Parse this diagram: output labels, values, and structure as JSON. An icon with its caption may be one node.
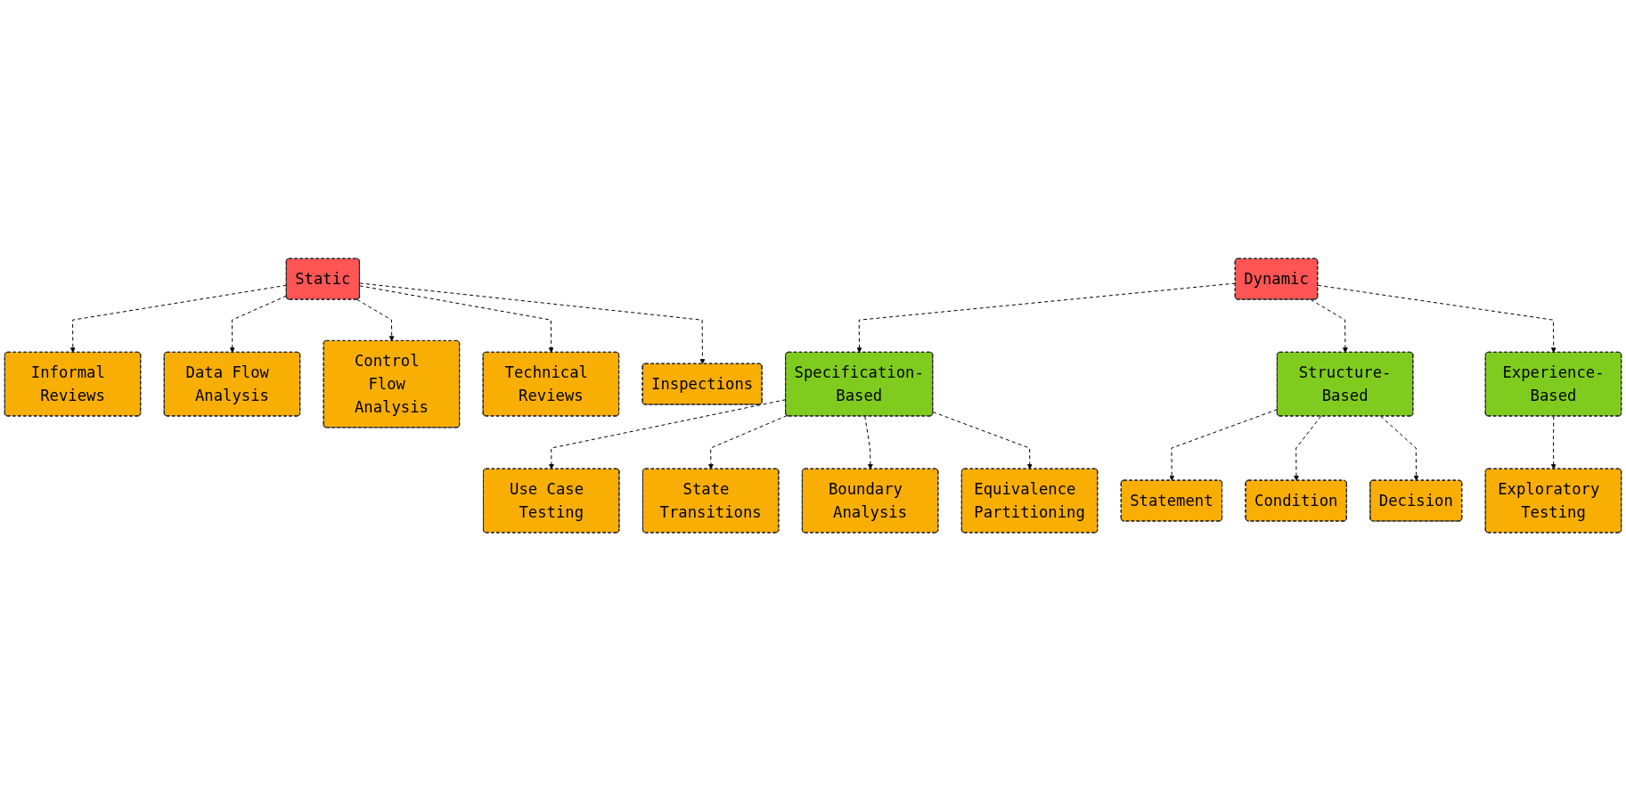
{
  "diagram": {
    "nodes": [
      {
        "text": [
          "Static"
        ]
      },
      {
        "text": [
          "Informal Reviews"
        ]
      },
      {
        "text": [
          "Data Flow Analysis"
        ]
      },
      {
        "text": [
          "Control Flow Analysis"
        ]
      },
      {
        "text": [
          "Technical Reviews"
        ]
      },
      {
        "text": [
          "Inspections"
        ]
      },
      {
        "text": [
          "Dynamic"
        ]
      },
      {
        "text": [
          "Specification-Based"
        ]
      },
      {
        "text": [
          "Use Case Testing"
        ]
      },
      {
        "text": [
          "State Transitions"
        ]
      },
      {
        "text": [
          "Boundary Analysis"
        ]
      },
      {
        "text": [
          "Equivalence Partitioning"
        ]
      },
      {
        "text": [
          "Structure-Based"
        ]
      },
      {
        "text": [
          "Experience-Based"
        ]
      },
      {
        "text": [
          "Statement"
        ]
      },
      {
        "text": [
          "Condition"
        ]
      },
      {
        "text": [
          "Decision"
        ]
      },
      {
        "text": [
          "Exploratory Testing"
        ]
      }
    ],
    "edges": [
      {
        "from": 0,
        "to": 1,
        "arrow": "to",
        "style": "dashed"
      },
      {
        "from": 0,
        "to": 2,
        "arrow": "to",
        "style": "dashed"
      },
      {
        "from": 0,
        "to": 3,
        "arrow": "to",
        "style": "dashed"
      },
      {
        "from": 0,
        "to": 4,
        "arrow": "to",
        "style": "dashed"
      },
      {
        "from": 0,
        "to": 5,
        "arrow": "to",
        "style": "dashed"
      },
      {
        "from": 6,
        "to": 7,
        "arrow": "to",
        "style": "dashed"
      },
      {
        "from": 6,
        "to": 12,
        "arrow": "to",
        "style": "dashed"
      },
      {
        "from": 6,
        "to": 13,
        "arrow": "to",
        "style": "dashed"
      },
      {
        "from": 7,
        "to": 8,
        "arrow": "to",
        "style": "dashed"
      },
      {
        "from": 7,
        "to": 9,
        "arrow": "to",
        "style": "dashed"
      },
      {
        "from": 7,
        "to": 10,
        "arrow": "to",
        "style": "dashed"
      },
      {
        "from": 7,
        "to": 11,
        "arrow": "to",
        "style": "dashed"
      },
      {
        "from": 12,
        "to": 14,
        "arrow": "to",
        "style": "dashed"
      },
      {
        "from": 12,
        "to": 15,
        "arrow": "to",
        "style": "dashed"
      },
      {
        "from": 12,
        "to": 16,
        "arrow": "to",
        "style": "dashed"
      },
      {
        "from": 13,
        "to": 17,
        "arrow": "to",
        "style": "dashed"
      }
    ]
  }
}
